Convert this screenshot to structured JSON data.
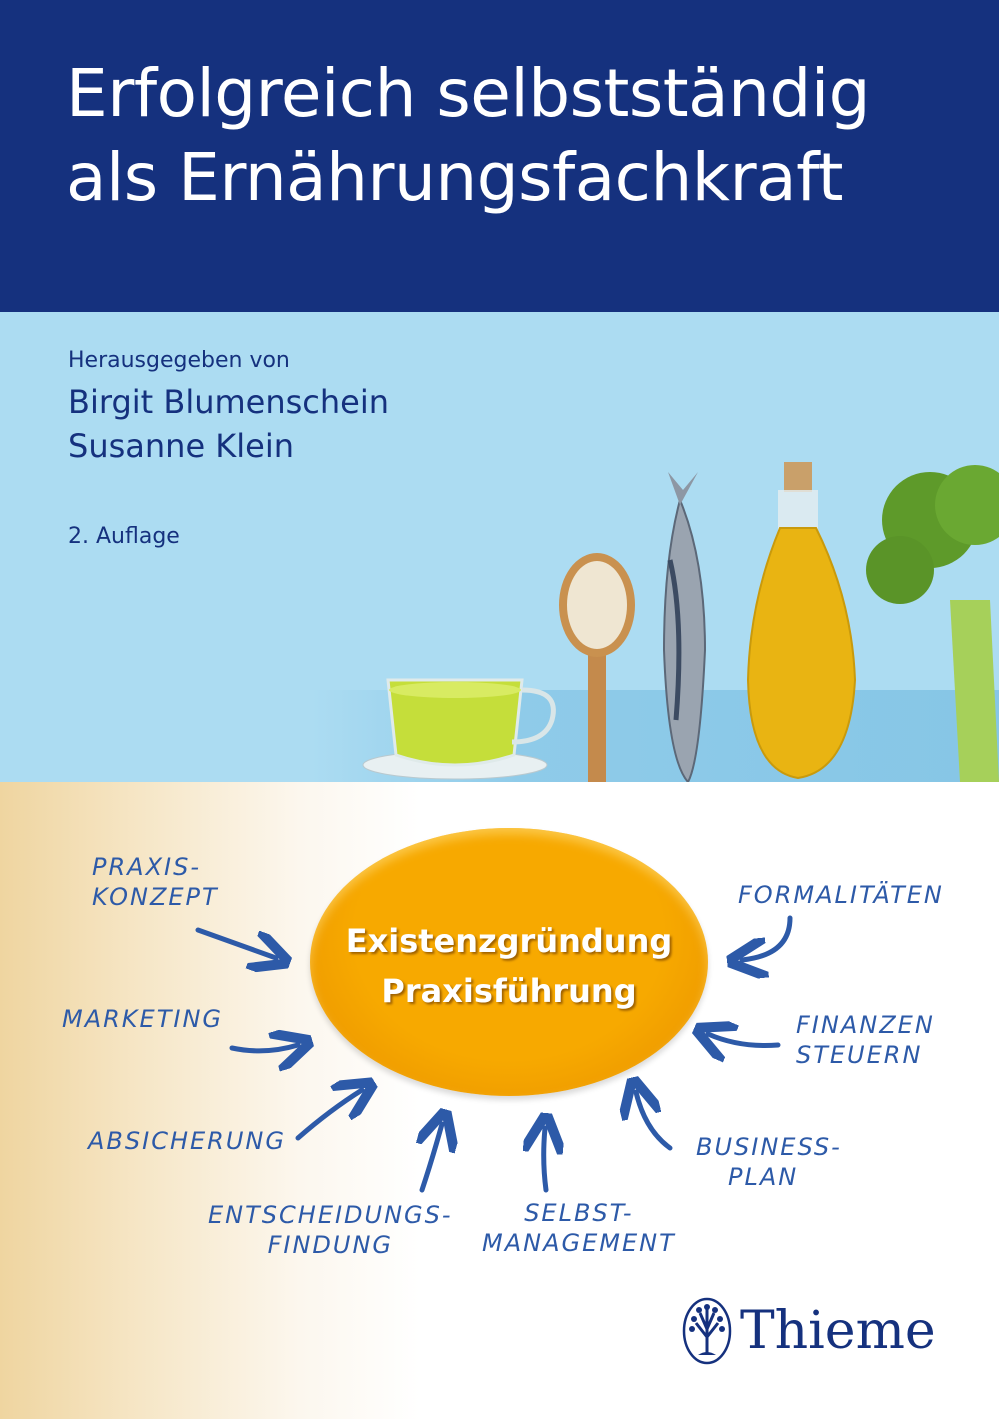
{
  "cover": {
    "title_line1": "Erfolgreich selbstständig",
    "title_line2": "als Ernährungsfachkraft",
    "editors_label": "Herausgegeben von",
    "editor1": "Birgit Blumenschein",
    "editor2": "Susanne Klein",
    "edition": "2. Auflage",
    "center_line1": "Existenzgründung",
    "center_line2": "Praxisführung",
    "topics": {
      "praxis1": "PRAXIS-",
      "praxis2": "KONZEPT",
      "formalitaeten": "FORMALITÄTEN",
      "marketing": "MARKETING",
      "finanzen1": "FINANZEN",
      "finanzen2": "STEUERN",
      "absicherung": "ABSICHERUNG",
      "business1": "BUSINESS-",
      "business2": "PLAN",
      "entscheidung1": "ENTSCHEIDUNGS-",
      "entscheidung2": "FINDUNG",
      "selbst1": "SELBST-",
      "selbst2": "MANAGEMENT"
    },
    "publisher": "Thieme",
    "colors": {
      "navy": "#15317e",
      "sky": "#acdcf2",
      "orange": "#f7a900",
      "handwriting": "#2d5aa8"
    }
  }
}
